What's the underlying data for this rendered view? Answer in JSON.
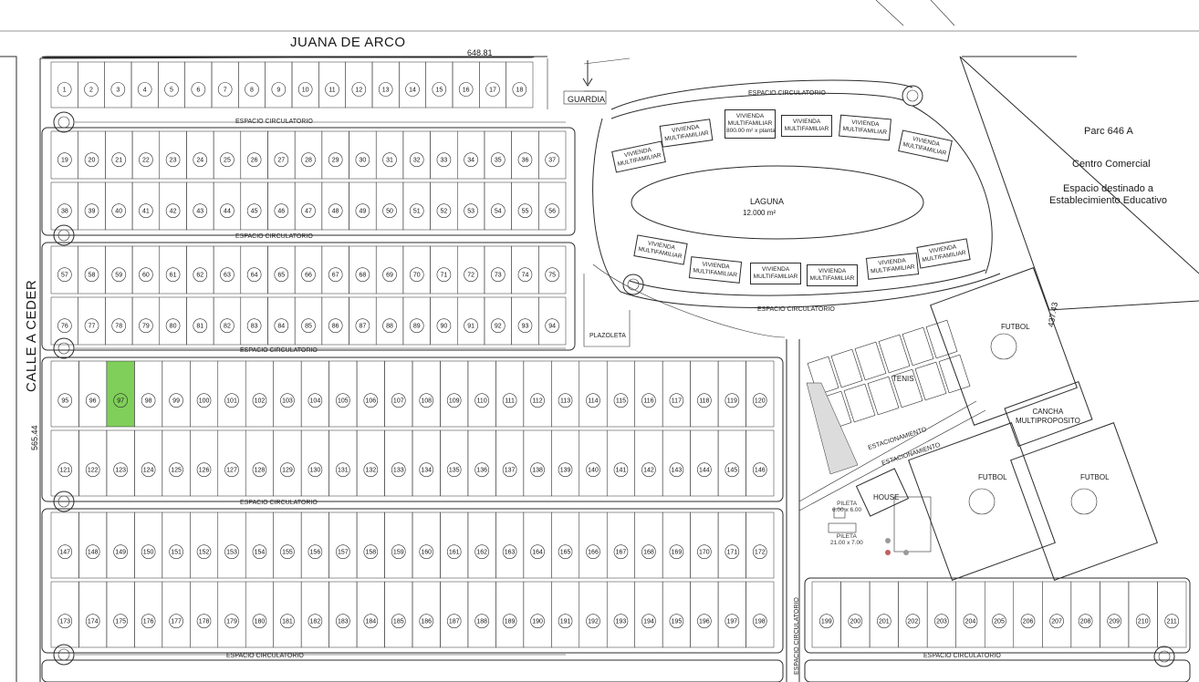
{
  "streets": {
    "north": "JUANA DE ARCO",
    "west": "CALLE A CEDER",
    "west_length": "565.44",
    "north_length": "648.81",
    "east_length": "437.43",
    "circulation": "ESPACIO CIRCULATORIO"
  },
  "features": {
    "guard": "GUARDIA",
    "lagoon_name": "LAGUNA",
    "lagoon_area": "12.000 m²",
    "plaza": "PLAZOLETA",
    "housing": "VIVIENDA\nMULTIFAMILIAR",
    "housing_main": "VIVIENDA\nMULTIFAMILIAR\n800.00 m² x planta",
    "tennis": "TENIS",
    "soccer": "FUTBOL",
    "multi_court": "CANCHA\nMULTIPROPOSITO",
    "parking": "ESTACIONAMIENTO",
    "house": "HOUSE",
    "pool_small": "PILETA\n6.00 x 6.00",
    "pool_large": "PILETA\n21.00 x 7.00"
  },
  "parcel": {
    "name": "Parc 646 A",
    "use1": "Centro Comercial",
    "use2": "Espacio destinado a\nEstablecimiento Educativo"
  },
  "highlight": {
    "lot": 97,
    "color": "#7fcf5a"
  },
  "colors": {
    "line": "#2b2b2b",
    "lagoon": "#ffffff",
    "highlight": "#7fcf5a"
  },
  "lots": {
    "rowA": {
      "start": 1,
      "end": 18
    },
    "rowB": {
      "start": 19,
      "end": 37
    },
    "rowC": {
      "start": 38,
      "end": 56
    },
    "rowD": {
      "start": 57,
      "end": 75
    },
    "rowE": {
      "start": 76,
      "end": 94
    },
    "rowF": {
      "start": 95,
      "end": 120
    },
    "rowG": {
      "start": 121,
      "end": 146
    },
    "rowH": {
      "start": 147,
      "end": 172
    },
    "rowI": {
      "start": 173,
      "end": 198
    },
    "rowJ": {
      "start": 199,
      "end": 211
    }
  }
}
